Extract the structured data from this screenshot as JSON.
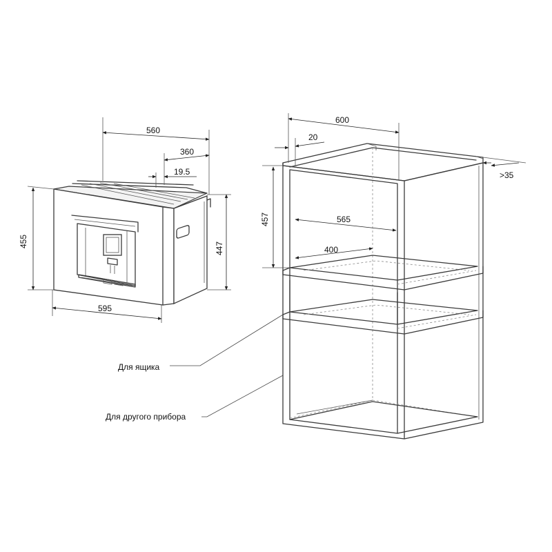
{
  "machine": {
    "dimensions": {
      "total_depth": "560",
      "body_depth": "360",
      "offset": "19.5",
      "front_height": "455",
      "body_height": "447",
      "front_width": "595"
    }
  },
  "cabinet": {
    "dimensions": {
      "outer_width": "600",
      "panel_offset": "20",
      "clearance": ">35",
      "niche_height": "457",
      "niche_width": "565",
      "shelf_depth": "400"
    }
  },
  "labels": {
    "drawer": "Для ящика",
    "other_appliance": "Для другого прибора"
  }
}
